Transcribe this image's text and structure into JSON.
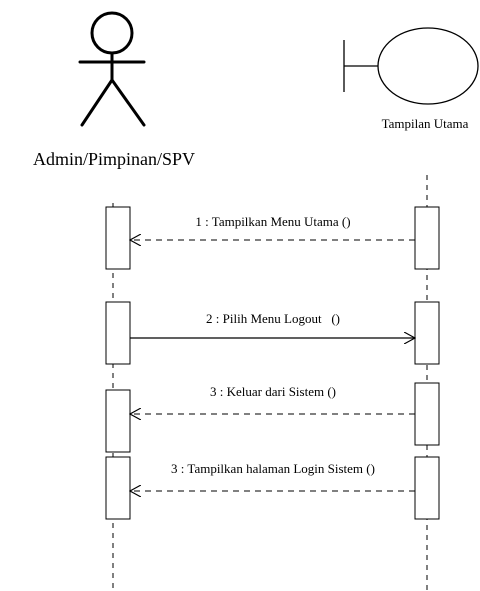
{
  "actor": {
    "label": "Admin/Pimpinan/SPV"
  },
  "boundary": {
    "label": "Tampilan Utama"
  },
  "messages": [
    {
      "label": "1 : Tampilkan Menu Utama ()",
      "direction": "return"
    },
    {
      "label": "2 : Pilih Menu Logout   ()",
      "direction": "call"
    },
    {
      "label": "3 : Keluar dari Sistem ()",
      "direction": "return"
    },
    {
      "label": "3 : Tampilkan halaman Login Sistem ()",
      "direction": "return"
    }
  ]
}
